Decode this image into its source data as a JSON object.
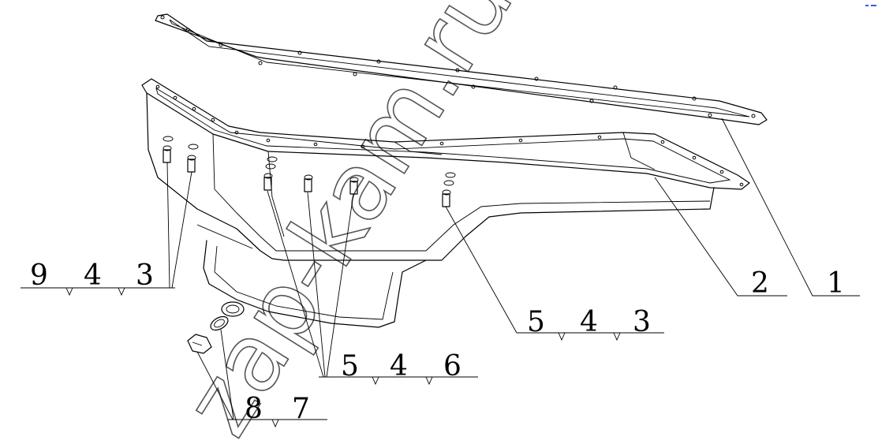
{
  "diagram": {
    "watermark": "zap-kam.ru",
    "callouts": [
      {
        "id": "c1",
        "text": "1"
      },
      {
        "id": "c2",
        "text": "2"
      },
      {
        "id": "c943_9",
        "text": "9"
      },
      {
        "id": "c943_4",
        "text": "4"
      },
      {
        "id": "c943_3",
        "text": "3"
      },
      {
        "id": "c543_5",
        "text": "5"
      },
      {
        "id": "c543_4",
        "text": "4"
      },
      {
        "id": "c543_3",
        "text": "3"
      },
      {
        "id": "c546_5",
        "text": "5"
      },
      {
        "id": "c546_4",
        "text": "4"
      },
      {
        "id": "c546_6",
        "text": "6"
      },
      {
        "id": "c87_8",
        "text": "8"
      },
      {
        "id": "c87_7",
        "text": "7"
      }
    ],
    "colors": {
      "line": "#000000",
      "watermark": "#555555",
      "background": "#ffffff",
      "corner_mark": "#3b5bdb"
    }
  }
}
